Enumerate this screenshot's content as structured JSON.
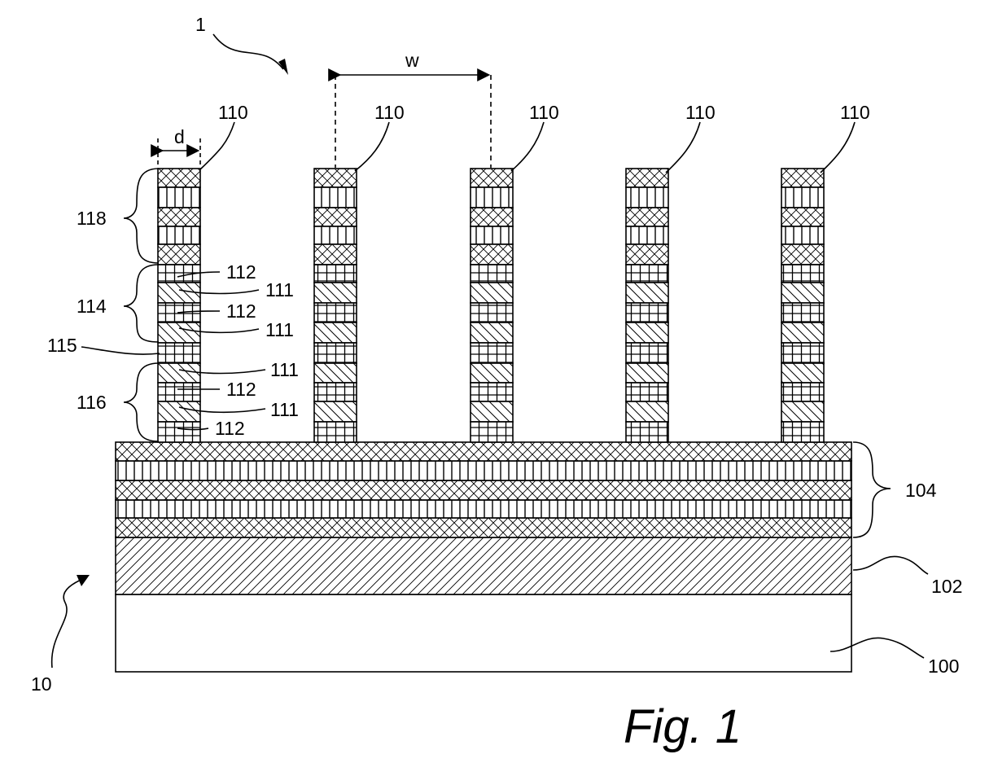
{
  "figure": {
    "caption": "Fig. 1",
    "labels": {
      "device": "1",
      "substrate_structure": "10",
      "width": "w",
      "diameter": "d",
      "nanowire": "110",
      "section_top": "118",
      "section_middle": "114",
      "section_junction": "115",
      "section_bottom": "116",
      "layer_a": "112",
      "layer_b": "111",
      "stack": "104",
      "buffer": "102",
      "substrate": "100"
    }
  }
}
